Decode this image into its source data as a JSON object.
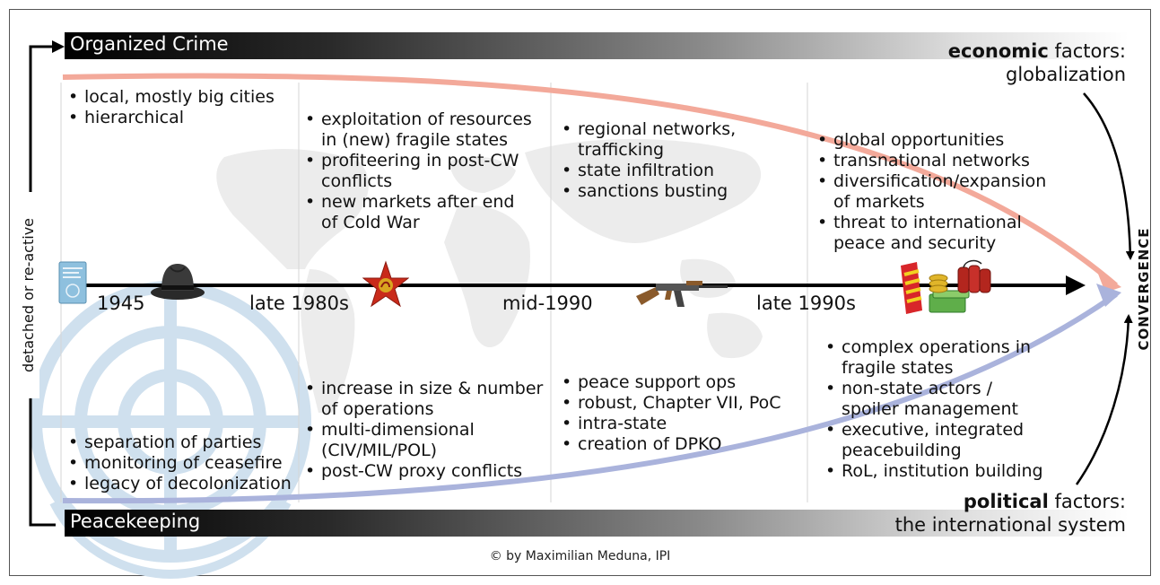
{
  "organized_crime": {
    "title": "Organized Crime",
    "factor_bold": "economic",
    "factor_rest": " factors:",
    "factor_line2": "globalization"
  },
  "peacekeeping": {
    "title": "Peacekeeping",
    "factor_bold": "political",
    "factor_rest": " factors:",
    "factor_line2": "the international system"
  },
  "side_label": "detached or re-active",
  "convergence": "CONVERGENCE",
  "timeline": {
    "dates": [
      "1945",
      "late 1980s",
      "mid-1990",
      "late 1990s"
    ]
  },
  "crime_periods": [
    [
      "local, mostly big cities",
      "hierarchical"
    ],
    [
      "exploitation of resources",
      "in (new) fragile states",
      "profiteering in post-CW",
      "conflicts",
      "new markets after end",
      "of Cold War"
    ],
    [
      "regional networks,",
      "trafficking",
      "state infiltration",
      "sanctions busting"
    ],
    [
      "global opportunities",
      "transnational networks",
      "diversification/expansion",
      "of markets",
      "threat to international",
      "peace and security"
    ]
  ],
  "peace_periods": [
    [
      "separation of parties",
      "monitoring of ceasefire",
      "legacy of decolonization"
    ],
    [
      "increase in size & number",
      "of operations",
      "multi-dimensional",
      "(CIV/MIL/POL)",
      "post-CW proxy conflicts"
    ],
    [
      "peace support ops",
      "robust, Chapter VII, PoC",
      "intra-state",
      "creation of DPKO"
    ],
    [
      "complex operations in",
      "fragile states",
      "non-state actors /",
      "spoiler management",
      "executive, integrated",
      "peacebuilding",
      "RoL, institution building"
    ]
  ],
  "icons": [
    "un-charter-book-icon",
    "fedora-hat-icon",
    "soviet-star-icon",
    "ak47-rifle-icon",
    "money-and-dynamite-icon"
  ],
  "copyright": "© by Maximilian Meduna, IPI",
  "colors": {
    "crime_curve": "#f3a99a",
    "peace_curve": "#aab3dc",
    "watermark": "#cfe0ee",
    "map": "#ececec"
  }
}
